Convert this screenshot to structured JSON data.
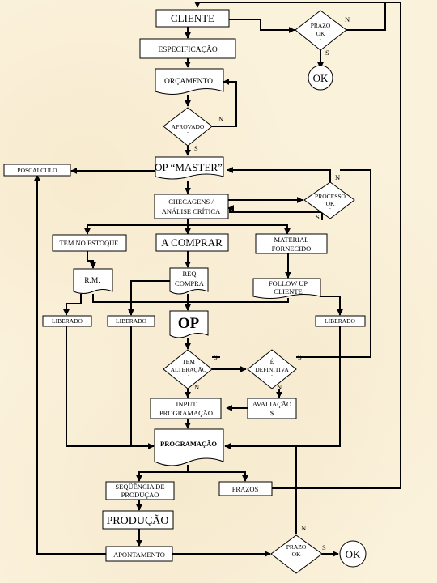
{
  "nodes": {
    "cliente": "CLIENTE",
    "especificacao": "ESPECIFICAÇÃO",
    "orcamento": "ORÇAMENTO",
    "aprovado": "APROVADO",
    "op_master": "OP “MASTER”",
    "poscalculo": "POSCALCULO",
    "checagens_1": "CHECAGENS /",
    "checagens_2": "ANÁLISE CRÍTICA",
    "processo_1": "PROCESSO",
    "processo_2": "OK",
    "tem_estoque": "TEM NO ESTOQUE",
    "a_comprar": "A COMPRAR",
    "material_1": "MATERIAL",
    "material_2": "FORNECIDO",
    "rm": "R.M.",
    "req_1": "REQ",
    "req_2": "COMPRA",
    "follow_1": "FOLLOW UP",
    "follow_2": "CLIENTE",
    "liberado_a": "LIBERADO",
    "liberado_b": "LIBERADO",
    "liberado_c": "LIBERADO",
    "op": "OP",
    "tem_alt_1": "TEM",
    "tem_alt_2": "ALTERAÇÃO",
    "definitiva_1": "É",
    "definitiva_2": "DEFINITIVA",
    "input_1": "INPUT",
    "input_2": "PROGRAMAÇÃO",
    "avaliacao_1": "AVALIAÇÃO",
    "avaliacao_2": "$",
    "programacao": "PROGRAMAÇÃO",
    "sequencia_1": "SEQÜÊNCIA DE",
    "sequencia_2": "PRODUÇÃO",
    "prazos": "PRAZOS",
    "producao": "PRODUÇÃO",
    "apontamento": "APONTAMENTO",
    "prazo_top_1": "PRAZO",
    "prazo_top_2": "OK",
    "prazo_bot_1": "PRAZO",
    "prazo_bot_2": "OK",
    "ok_top": "OK",
    "ok_bottom": "OK"
  },
  "branch_labels": {
    "no": "N",
    "yes": "S",
    "tick": "`"
  }
}
